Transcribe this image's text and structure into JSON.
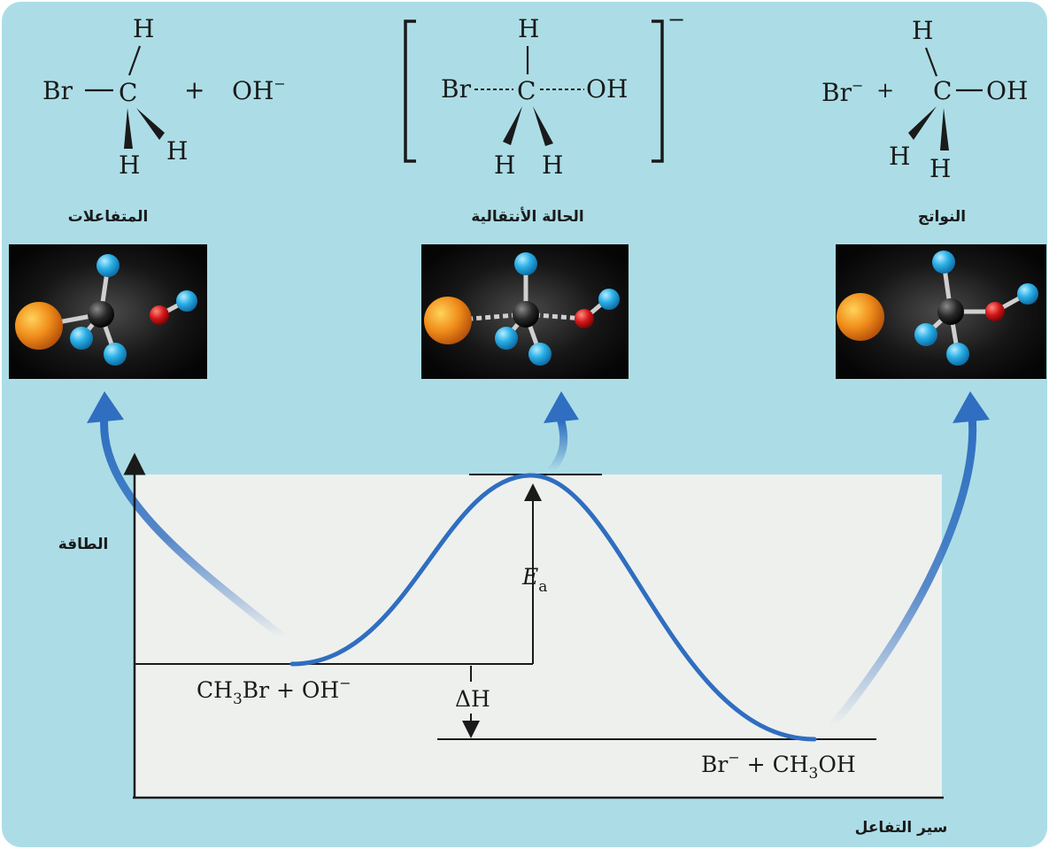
{
  "colors": {
    "panel_background": "#acdde6",
    "plot_background": "#eef0ee",
    "curve": "#2f6ec0",
    "arrow": "#2f6ec0",
    "atom_bromine": "#f08c1a",
    "atom_carbon": "#2a2a2a",
    "atom_hydrogen": "#2ab0e6",
    "atom_oxygen": "#d4161a",
    "model_background": "#0c0c0c"
  },
  "structures": {
    "reactants": {
      "br": "Br",
      "c": "C",
      "h_top": "H",
      "h_bottom_left": "H",
      "h_bottom_right": "H",
      "plus": "+",
      "hydroxide": "OH",
      "hydroxide_charge": "−"
    },
    "transition": {
      "br": "Br",
      "c": "C",
      "oh": "OH",
      "h_top": "H",
      "h_bottom_left": "H",
      "h_bottom_right": "H",
      "charge": "−"
    },
    "products": {
      "br": "Br",
      "br_charge": "−",
      "plus": "+",
      "c": "C",
      "oh": "OH",
      "h_top": "H",
      "h_bottom_left": "H",
      "h_bottom_right": "H"
    }
  },
  "labels": {
    "reactants": "المتفاعلات",
    "transition_state": "الحالة الأنتقالية",
    "products": "النواتج",
    "energy_axis": "الطاقة",
    "reaction_progress": "سير التفاعل"
  },
  "diagram": {
    "activation_energy": {
      "symbol": "E",
      "subscript": "a"
    },
    "enthalpy_change": {
      "symbol": "ΔH"
    },
    "reactant_level": {
      "ch": "CH",
      "sub": "3",
      "br": "Br + OH",
      "charge": "−"
    },
    "product_level": {
      "br": "Br",
      "charge": "−",
      "rest": " + CH",
      "sub": "3",
      "oh": "OH"
    }
  },
  "models": [
    {
      "name": "reactants",
      "atoms": [
        "bromine",
        "carbon",
        "hydrogen",
        "hydrogen",
        "hydrogen",
        "oxygen",
        "hydrogen"
      ]
    },
    {
      "name": "transition_state",
      "atoms": [
        "bromine",
        "carbon",
        "hydrogen",
        "hydrogen",
        "hydrogen",
        "oxygen",
        "hydrogen"
      ]
    },
    {
      "name": "products",
      "atoms": [
        "bromine",
        "carbon",
        "hydrogen",
        "hydrogen",
        "hydrogen",
        "oxygen",
        "hydrogen"
      ]
    }
  ]
}
